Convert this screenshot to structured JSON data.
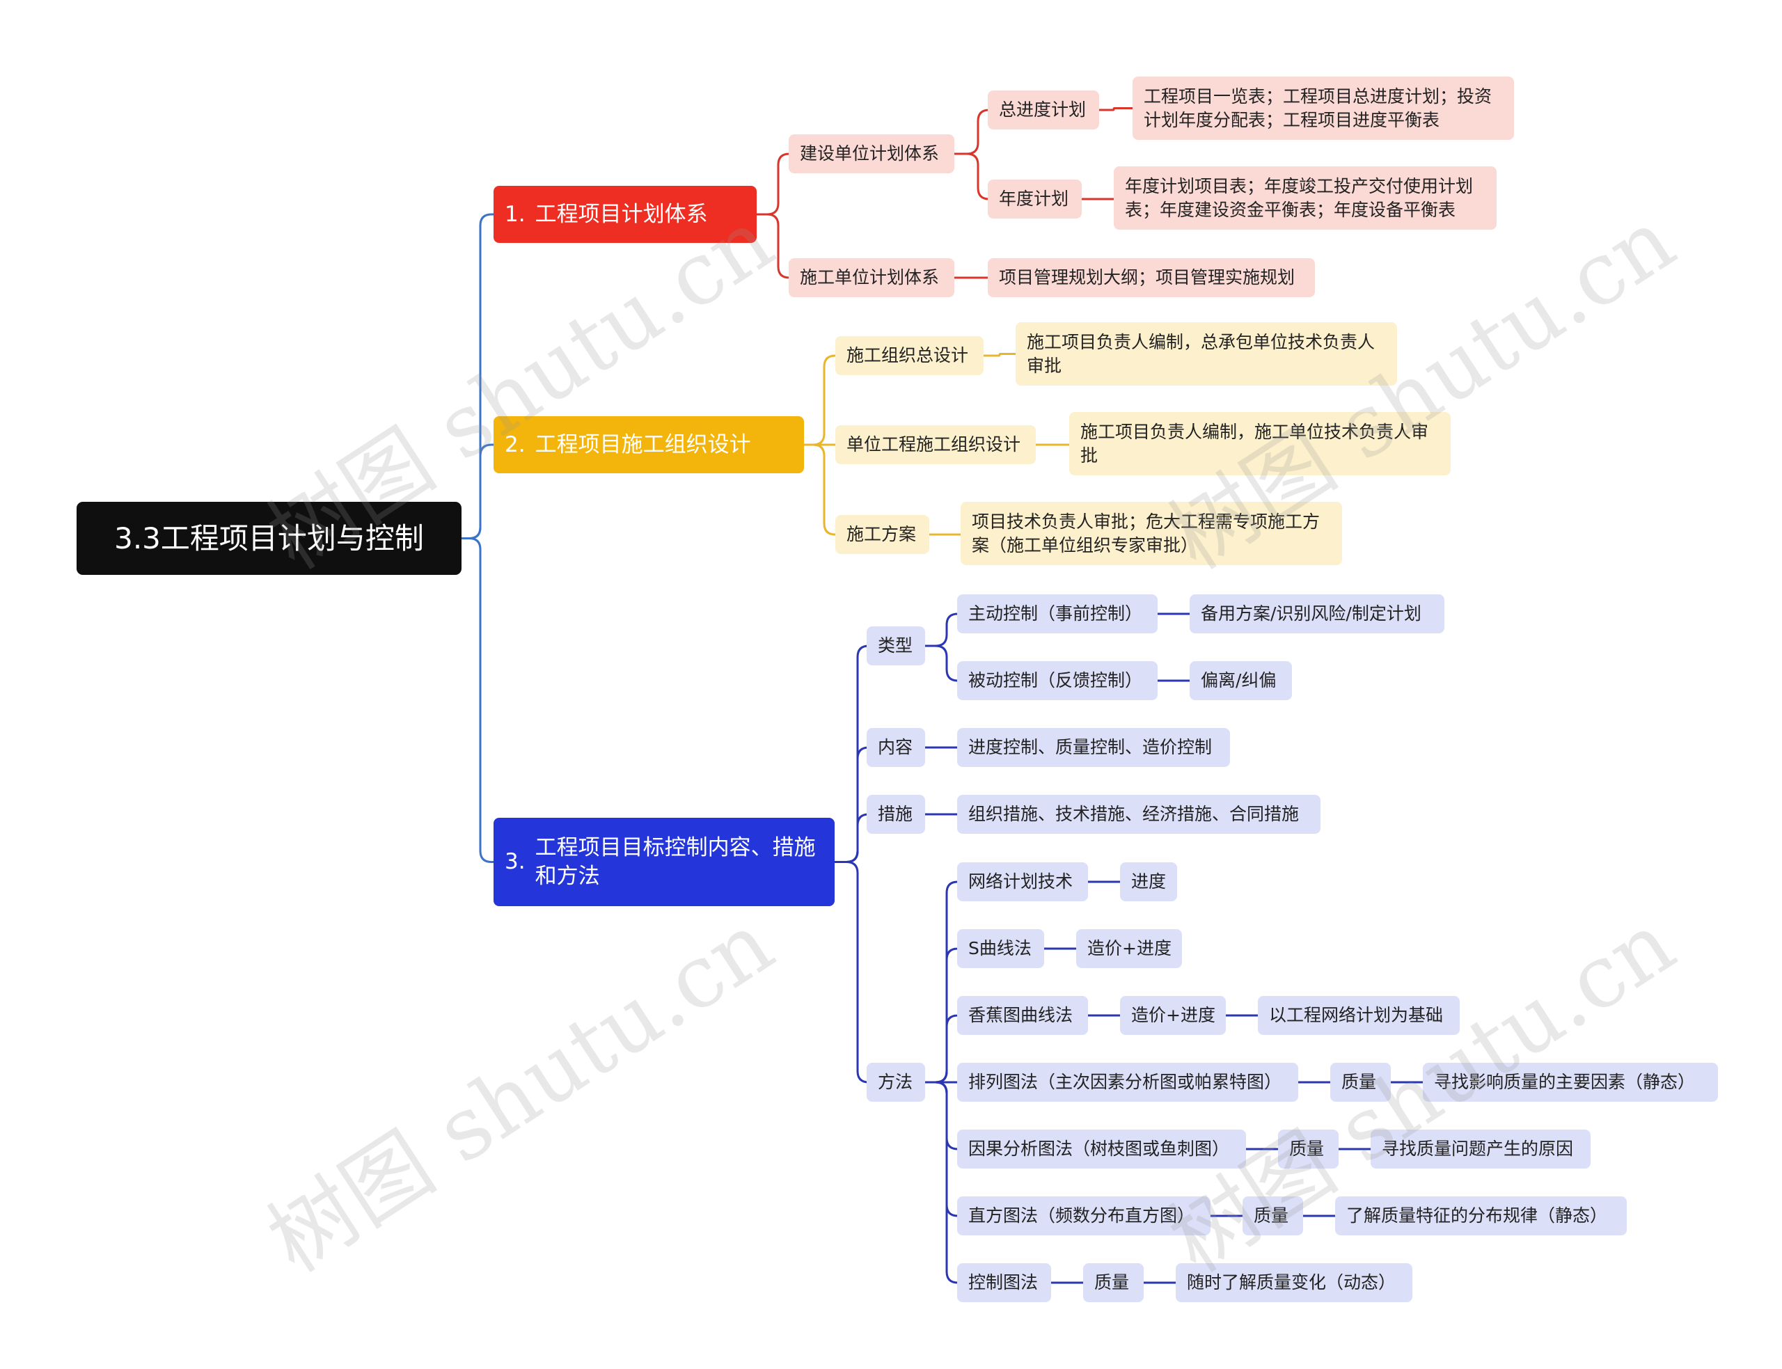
{
  "root": "3.3工程项目计划与控制",
  "branches": [
    {
      "num": "1.",
      "title": "工程项目计划体系",
      "color": "#ee2e22",
      "children": [
        {
          "label": "建设单位计划体系",
          "children": [
            {
              "label": "总进度计划",
              "children": [
                {
                  "label": "工程项目一览表；工程项目总进度计划；投资计划年度分配表；工程项目进度平衡表"
                }
              ]
            },
            {
              "label": "年度计划",
              "children": [
                {
                  "label": "年度计划项目表；年度竣工投产交付使用计划表；年度建设资金平衡表；年度设备平衡表"
                }
              ]
            }
          ]
        },
        {
          "label": "施工单位计划体系",
          "children": [
            {
              "label": "项目管理规划大纲；项目管理实施规划"
            }
          ]
        }
      ]
    },
    {
      "num": "2.",
      "title": "工程项目施工组织设计",
      "color": "#f3b50b",
      "children": [
        {
          "label": "施工组织总设计",
          "children": [
            {
              "label": "施工项目负责人编制，总承包单位技术负责人审批"
            }
          ]
        },
        {
          "label": "单位工程施工组织设计",
          "children": [
            {
              "label": "施工项目负责人编制，施工单位技术负责人审批"
            }
          ]
        },
        {
          "label": "施工方案",
          "children": [
            {
              "label": "项目技术负责人审批；危大工程需专项施工方案（施工单位组织专家审批）"
            }
          ]
        }
      ]
    },
    {
      "num": "3.",
      "title": "工程项目目标控制内容、措施和方法",
      "color": "#2436da",
      "children": [
        {
          "label": "类型",
          "children": [
            {
              "label": "主动控制（事前控制）",
              "children": [
                {
                  "label": "备用方案/识别风险/制定计划"
                }
              ]
            },
            {
              "label": "被动控制（反馈控制）",
              "children": [
                {
                  "label": "偏离/纠偏"
                }
              ]
            }
          ]
        },
        {
          "label": "内容",
          "children": [
            {
              "label": "进度控制、质量控制、造价控制"
            }
          ]
        },
        {
          "label": "措施",
          "children": [
            {
              "label": "组织措施、技术措施、经济措施、合同措施"
            }
          ]
        },
        {
          "label": "方法",
          "children": [
            {
              "label": "网络计划技术",
              "children": [
                {
                  "label": "进度"
                }
              ]
            },
            {
              "label": "S曲线法",
              "children": [
                {
                  "label": "造价+进度"
                }
              ]
            },
            {
              "label": "香蕉图曲线法",
              "children": [
                {
                  "label": "造价+进度",
                  "children": [
                    {
                      "label": "以工程网络计划为基础"
                    }
                  ]
                }
              ]
            },
            {
              "label": "排列图法（主次因素分析图或帕累特图）",
              "children": [
                {
                  "label": "质量",
                  "children": [
                    {
                      "label": "寻找影响质量的主要因素（静态）"
                    }
                  ]
                }
              ]
            },
            {
              "label": "因果分析图法（树枝图或鱼刺图）",
              "children": [
                {
                  "label": "质量",
                  "children": [
                    {
                      "label": "寻找质量问题产生的原因"
                    }
                  ]
                }
              ]
            },
            {
              "label": "直方图法（频数分布直方图）",
              "children": [
                {
                  "label": "质量",
                  "children": [
                    {
                      "label": "了解质量特征的分布规律（静态）"
                    }
                  ]
                }
              ]
            },
            {
              "label": "控制图法",
              "children": [
                {
                  "label": "质量",
                  "children": [
                    {
                      "label": "随时了解质量变化（动态）"
                    }
                  ]
                }
              ]
            }
          ]
        }
      ]
    }
  ],
  "watermarks": [
    "树图 shutu.cn",
    "树图 shutu.cn",
    "树图 shutu.cn",
    "树图 shutu.cn"
  ],
  "colors": {
    "root_bg": "#0f0f0f",
    "trunk_line": "#3a73c7",
    "red_line": "#d8352b",
    "red_leaf": "#fbd9d5",
    "yellow_line": "#eab52c",
    "yellow_leaf": "#fdf0cc",
    "blue_line": "#2a36b2",
    "blue_leaf": "#dcdff8"
  }
}
